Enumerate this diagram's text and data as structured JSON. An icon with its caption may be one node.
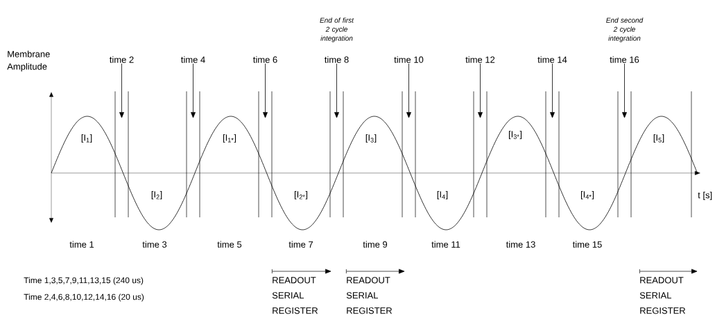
{
  "diagram": {
    "nodes": [
      {
        "text": [
          "time 2"
        ]
      },
      {
        "text": [
          "time 4"
        ]
      },
      {
        "text": [
          "time 6"
        ]
      },
      {
        "text": [
          "time 8"
        ],
        "beside": [
          "End of first 2 cycle integration"
        ]
      },
      {
        "text": [
          "time 10"
        ]
      },
      {
        "text": [
          "time 12"
        ]
      },
      {
        "text": [
          "time 14"
        ]
      },
      {
        "text": [
          "time 16"
        ],
        "beside": [
          "End second 2 cycle integration"
        ]
      }
    ],
    "edges": [
      {
        "from": 0,
        "to": null,
        "arrow": "to"
      },
      {
        "from": 1,
        "to": null,
        "arrow": "to"
      },
      {
        "from": 2,
        "to": null,
        "arrow": "to"
      },
      {
        "from": 3,
        "to": null,
        "arrow": "to"
      },
      {
        "from": 4,
        "to": null,
        "arrow": "to"
      },
      {
        "from": 5,
        "to": null,
        "arrow": "to"
      },
      {
        "from": 6,
        "to": null,
        "arrow": "to"
      },
      {
        "from": 7,
        "to": null,
        "arrow": "to"
      }
    ],
    "labels": [
      "Membrane Amplitude",
      "[I$_{1}$]",
      "[I$_{2}$]",
      "[I$_{1*}$]",
      "[I$_{2*}$]",
      "[I$_{3}$]",
      "[I$_{4}$]",
      "[I$_{3*}$]",
      "[I$_{4*}$]",
      "[I$_{5}$]",
      "t [s]",
      "time 1",
      "time 3",
      "time 5",
      "time 7",
      "time 9",
      "time 11",
      "time 13",
      "time 15",
      "Time 1,3,5,7,9,11,13,15 (240 us)",
      "Time 2,4,6,8,10,12,14,16 (20 us)",
      "READOUT SERIAL REGISTER",
      "READOUT SERIAL REGISTER",
      "READOUT SERIAL REGISTER"
    ]
  }
}
